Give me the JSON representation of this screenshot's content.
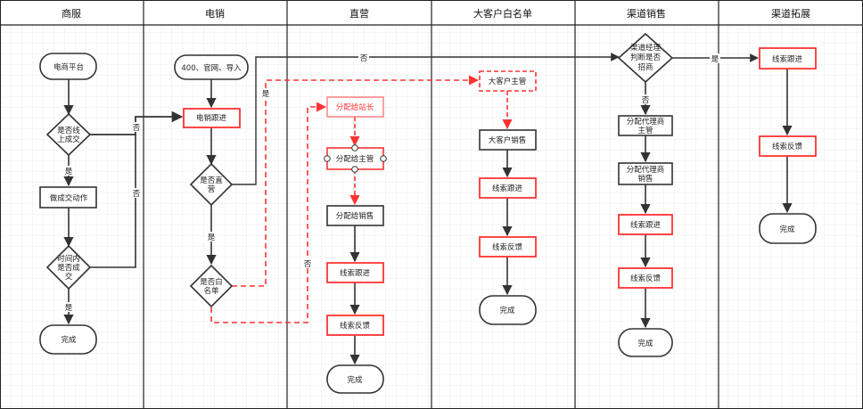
{
  "lanes": [
    {
      "title": "商服"
    },
    {
      "title": "电销"
    },
    {
      "title": "直营"
    },
    {
      "title": "大客户白名单"
    },
    {
      "title": "渠道销售"
    },
    {
      "title": "渠道拓展"
    }
  ],
  "nodes": {
    "ecommerce": "电商平台",
    "is_online_deal": [
      "是否线",
      "上成交"
    ],
    "do_deal_action": "做成交动作",
    "deal_in_time": [
      "时间内",
      "是否成",
      "交"
    ],
    "done_shangfu": "完成",
    "sources_400": "400、官网、导入",
    "telesales_follow": "电销跟进",
    "is_direct": [
      "是否直",
      "营"
    ],
    "is_whitelist": [
      "是否白",
      "名单"
    ],
    "assign_station_head": "分配给站长",
    "assign_supervisor": "分配给主管",
    "assign_sales": "分配给销售",
    "direct_lead_follow": "线索跟进",
    "direct_lead_feedback": "线索反馈",
    "done_direct": "完成",
    "key_account_supervisor": "大客户主管",
    "key_account_sales": "大客户销售",
    "ka_lead_follow": "线索跟进",
    "ka_lead_feedback": "线索反馈",
    "done_ka": "完成",
    "channel_manager_judge": [
      "渠道经理",
      "判断是否",
      "招商"
    ],
    "assign_agent_supervisor": [
      "分配代理商",
      "主管"
    ],
    "assign_agent_sales": [
      "分配代理商",
      "销售"
    ],
    "channel_lead_follow": "线索跟进",
    "channel_lead_feedback": "线索反馈",
    "done_channel": "完成",
    "expand_lead_follow": "线索跟进",
    "expand_lead_feedback": "线索反馈",
    "done_expand": "完成"
  },
  "edge_labels": {
    "yes": "是",
    "no": "否"
  },
  "colors": {
    "dark": "#333333",
    "red": "#ff3333",
    "grid": "#e6e6e6",
    "lane_border": "#222222"
  }
}
